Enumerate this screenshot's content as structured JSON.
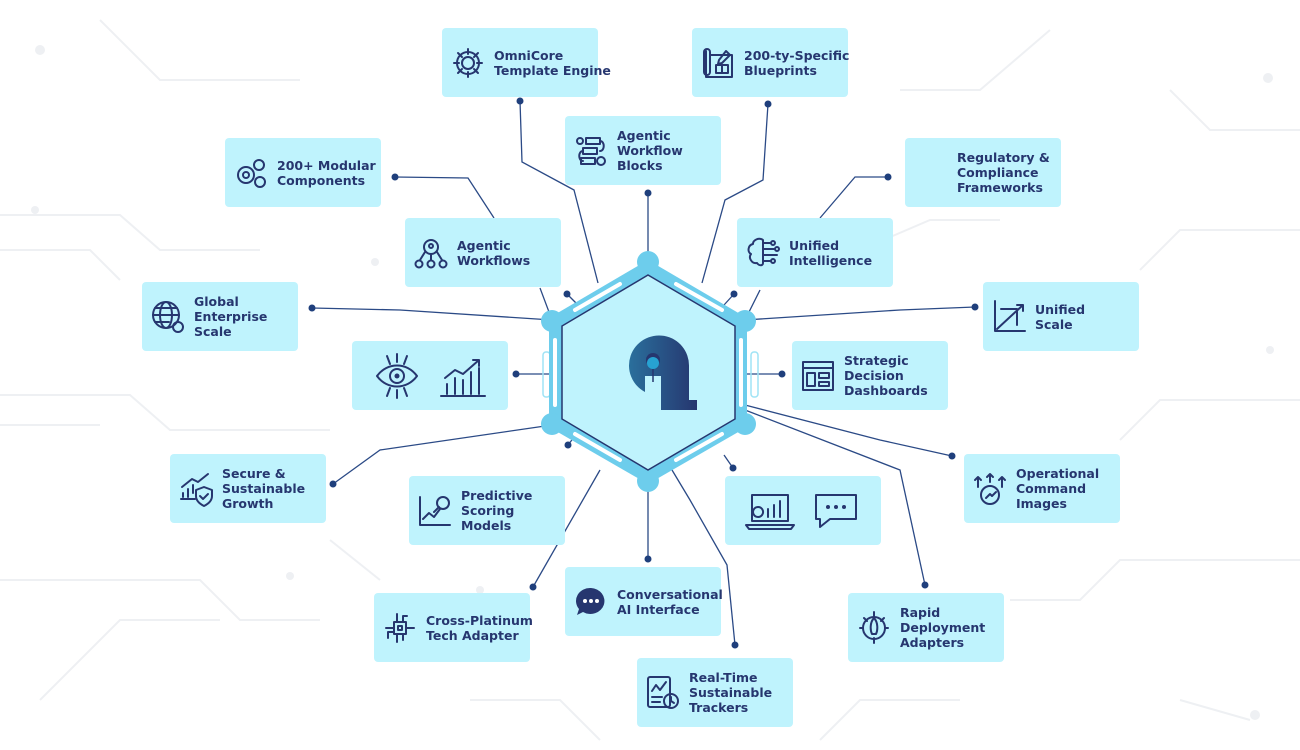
{
  "hub": {
    "logo_text": "ai",
    "logo_colors": [
      "#2a6f9c",
      "#26366f"
    ],
    "accent": "#6dcdec",
    "fill": "#bff3fd"
  },
  "colors": {
    "card_bg": "#bff3fd",
    "text": "#26366f",
    "line": "#26366f"
  },
  "nodes": [
    {
      "id": "omnicore",
      "icon": "gear-icon",
      "lines": [
        "OmniCore",
        "Template Engine"
      ]
    },
    {
      "id": "blueprints",
      "icon": "blueprint-icon",
      "lines": [
        "200-ty-Specific",
        "Blueprints"
      ]
    },
    {
      "id": "workflow-blocks",
      "icon": "workflow-blocks-icon",
      "lines": [
        "Agentic",
        "Workflow",
        "Blocks"
      ]
    },
    {
      "id": "modular",
      "icon": "gears-icon",
      "lines": [
        "200+ Modular",
        "Components"
      ]
    },
    {
      "id": "regulatory",
      "icon": "",
      "lines": [
        "Regulatory &",
        "Compliance",
        "Frameworks"
      ]
    },
    {
      "id": "agentic-workflows",
      "icon": "team-gear-icon",
      "lines": [
        "Agentic",
        "Workflows"
      ]
    },
    {
      "id": "unified-intelligence",
      "icon": "brain-circuit-icon",
      "lines": [
        "Unified",
        "Intelligence"
      ]
    },
    {
      "id": "global",
      "icon": "globe-gear-icon",
      "lines": [
        "Global",
        "Enterprise",
        "Scale"
      ]
    },
    {
      "id": "unified-scale",
      "icon": "growth-chart-icon",
      "lines": [
        "Unified",
        "Scale"
      ]
    },
    {
      "id": "vision-analytics",
      "icon": "eye-circuit-icon",
      "icon2": "bar-chart-arrow-icon",
      "lines": []
    },
    {
      "id": "strategic",
      "icon": "dashboard-icon",
      "lines": [
        "Strategic",
        "Decision",
        "Dashboards"
      ]
    },
    {
      "id": "secure",
      "icon": "shield-chart-icon",
      "lines": [
        "Secure &",
        "Sustainable",
        "Growth"
      ]
    },
    {
      "id": "operational",
      "icon": "gear-arrows-icon",
      "lines": [
        "Operational",
        "Command",
        "Images"
      ]
    },
    {
      "id": "predictive",
      "icon": "chart-magnifier-icon",
      "lines": [
        "Predictive",
        "Scoring",
        "Models"
      ]
    },
    {
      "id": "laptop-chat",
      "icon": "laptop-chart-icon",
      "icon2": "chat-bubble-icon",
      "lines": []
    },
    {
      "id": "conversational",
      "icon": "chat-dots-icon",
      "lines": [
        "Conversational",
        "AI Interface"
      ]
    },
    {
      "id": "cross-platinum",
      "icon": "chip-icon",
      "lines": [
        "Cross-Platinum",
        "Tech Adapter"
      ]
    },
    {
      "id": "rapid",
      "icon": "rocket-gear-icon",
      "lines": [
        "Rapid",
        "Deployment",
        "Adapters"
      ]
    },
    {
      "id": "real-time",
      "icon": "report-clock-icon",
      "lines": [
        "Real-Time",
        "Sustainable",
        "Trackers"
      ]
    }
  ]
}
